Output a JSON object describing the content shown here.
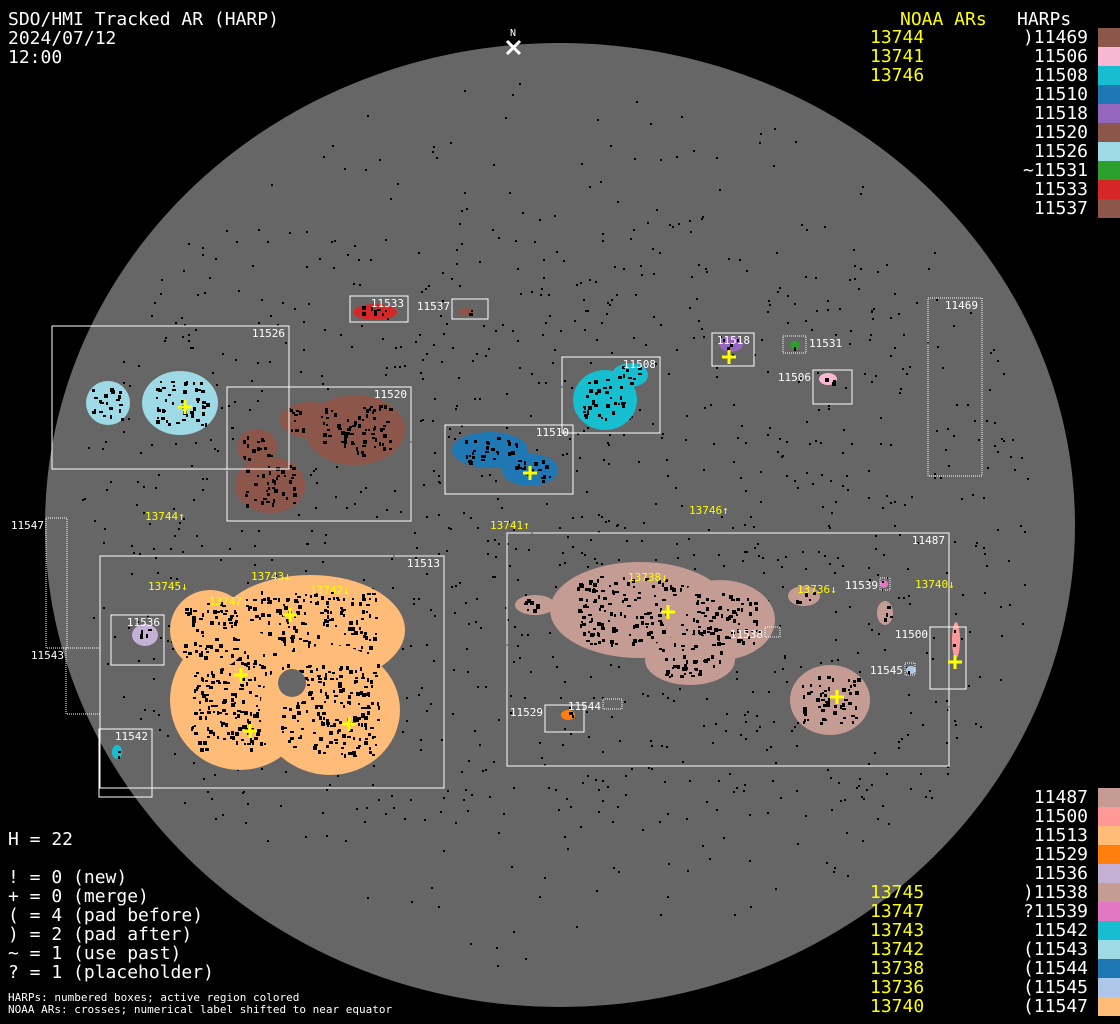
{
  "header": {
    "title": "SDO/HMI Tracked AR (HARP)",
    "date": "2024/07/12",
    "time": "12:00",
    "north": "N"
  },
  "legend_top": {
    "noaa_title": "NOAA ARs",
    "harp_title": "HARPs",
    "rows": [
      {
        "noaa": "13744",
        "harp": ")11469",
        "color": "#8c564b"
      },
      {
        "noaa": "13741",
        "harp": "11506",
        "color": "#f7b6d2"
      },
      {
        "noaa": "13746",
        "harp": "11508",
        "color": "#17becf"
      },
      {
        "noaa": "",
        "harp": "11510",
        "color": "#1f77b4"
      },
      {
        "noaa": "",
        "harp": "11518",
        "color": "#9467bd"
      },
      {
        "noaa": "",
        "harp": "11520",
        "color": "#8c564b"
      },
      {
        "noaa": "",
        "harp": "11526",
        "color": "#9edae5"
      },
      {
        "noaa": "",
        "harp": "~11531",
        "color": "#2ca02c"
      },
      {
        "noaa": "",
        "harp": "11533",
        "color": "#d62728"
      },
      {
        "noaa": "",
        "harp": "11537",
        "color": "#8c564b"
      }
    ]
  },
  "legend_bottom": {
    "rows": [
      {
        "noaa": "",
        "harp": "11487",
        "color": "#c49c94"
      },
      {
        "noaa": "",
        "harp": "11500",
        "color": "#ff9896"
      },
      {
        "noaa": "",
        "harp": "11513",
        "color": "#ffbb78"
      },
      {
        "noaa": "",
        "harp": "11529",
        "color": "#ff7f0e"
      },
      {
        "noaa": "",
        "harp": "11536",
        "color": "#c5b0d5"
      },
      {
        "noaa": "13745",
        "harp": ")11538",
        "color": "#c49c94"
      },
      {
        "noaa": "13747",
        "harp": "?11539",
        "color": "#e377c2"
      },
      {
        "noaa": "13743",
        "harp": "11542",
        "color": "#17becf"
      },
      {
        "noaa": "13742",
        "harp": "(11543",
        "color": "#9edae5"
      },
      {
        "noaa": "13738",
        "harp": "(11544",
        "color": "#1f77b4"
      },
      {
        "noaa": "13736",
        "harp": "(11545",
        "color": "#aec7e8"
      },
      {
        "noaa": "13740",
        "harp": "(11547",
        "color": "#ffbb78"
      }
    ]
  },
  "stats": {
    "h": "H = 22",
    "lines": [
      "! = 0 (new)",
      "+ = 0 (merge)",
      "( = 4 (pad before)",
      ") = 2 (pad after)",
      "~ = 1 (use past)",
      "? = 1 (placeholder)"
    ]
  },
  "footnotes": [
    "HARPs: numbered boxes; active region colored",
    "NOAA ARs: crosses; numerical label shifted to near equator"
  ],
  "disk": {
    "harp_labels": [
      "11526",
      "11520",
      "11533",
      "11537",
      "11508",
      "11510",
      "11518",
      "11531",
      "11506",
      "11469",
      "11547",
      "11543",
      "11536",
      "11542",
      "11513",
      "11487",
      "11500",
      "11529",
      "11544",
      "11538",
      "11539",
      "11545"
    ],
    "noaa_labels": [
      "13744↑",
      "13741↑",
      "13746↑",
      "13745↓",
      "13747↓",
      "13743↓",
      "13742↓",
      "13738↓",
      "13736↓",
      "13740↓"
    ]
  }
}
